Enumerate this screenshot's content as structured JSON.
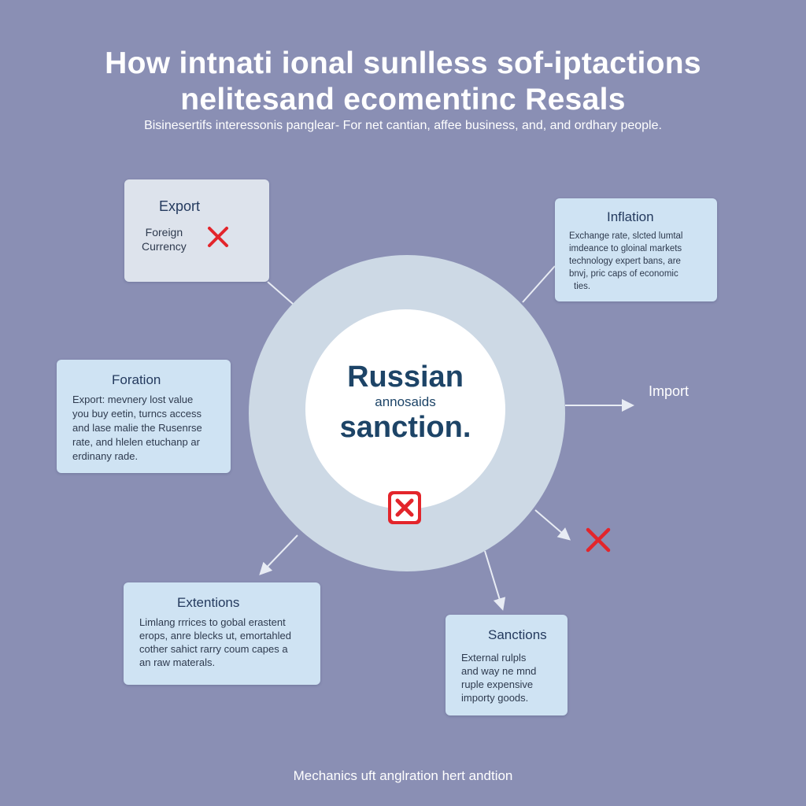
{
  "header": {
    "title_line1": "How intnati ional sunlless sof-iptactions",
    "title_line2": "nelitesand ecomentinc Resals",
    "subtitle": "Bisinesertifs interessonis panglear- For net cantian, affee business, and, and ordhary people."
  },
  "center": {
    "title_line1": "Russian",
    "subtitle": "annosaids",
    "title_line2": "sanction."
  },
  "cards": {
    "export": {
      "title": "Export",
      "body_line1": "Foreign",
      "body_line2": "Currency"
    },
    "inflation": {
      "title": "Inflation",
      "body": [
        "Exchange rate, slcted lumtal",
        "imdeance to gloinal markets",
        "technology expert bans, are",
        "bnvj, pric caps of economic",
        "ties."
      ]
    },
    "foration": {
      "title": "Foration",
      "body": [
        "Export: mevnery lost value",
        "you buy eetin, turncs access",
        "and lase malie the Rusenrse",
        "rate, and hlelen etuchanp ar",
        "erdinany rade."
      ]
    },
    "extentions": {
      "title": "Extentions",
      "body": [
        "Limlang rrrices to gobal erastent",
        "erops, anre blecks ut, emortahled",
        "cother sahict rarry coum capes a",
        "an raw materals."
      ]
    },
    "sanctions": {
      "title": "Sanctions",
      "body": [
        "External rulpls",
        "and way ne mnd",
        "ruple expensive",
        "importy goods."
      ]
    }
  },
  "import_label": "Import",
  "footer": "Mechanics uft anglration hert andtion",
  "colors": {
    "background": "#8a8fb4",
    "ring": "#cdd9e5",
    "card_grey": "#dde3ec",
    "card_blue": "#cfe3f3",
    "text_dark": "#1d4467",
    "accent_red": "#e3252b"
  }
}
